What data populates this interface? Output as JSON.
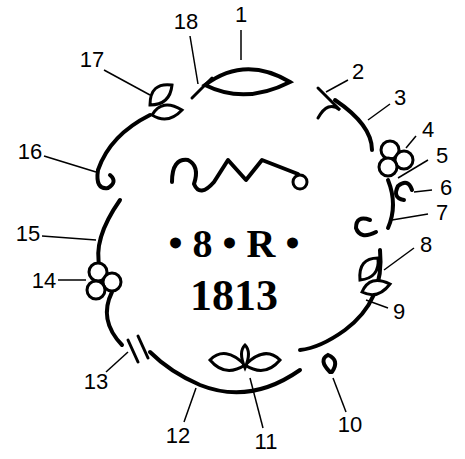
{
  "diagram": {
    "labels": [
      "1",
      "2",
      "3",
      "4",
      "5",
      "6",
      "7",
      "8",
      "9",
      "10",
      "11",
      "12",
      "13",
      "14",
      "15",
      "16",
      "17",
      "18",
      "• 8 • R •",
      "1813"
    ]
  }
}
